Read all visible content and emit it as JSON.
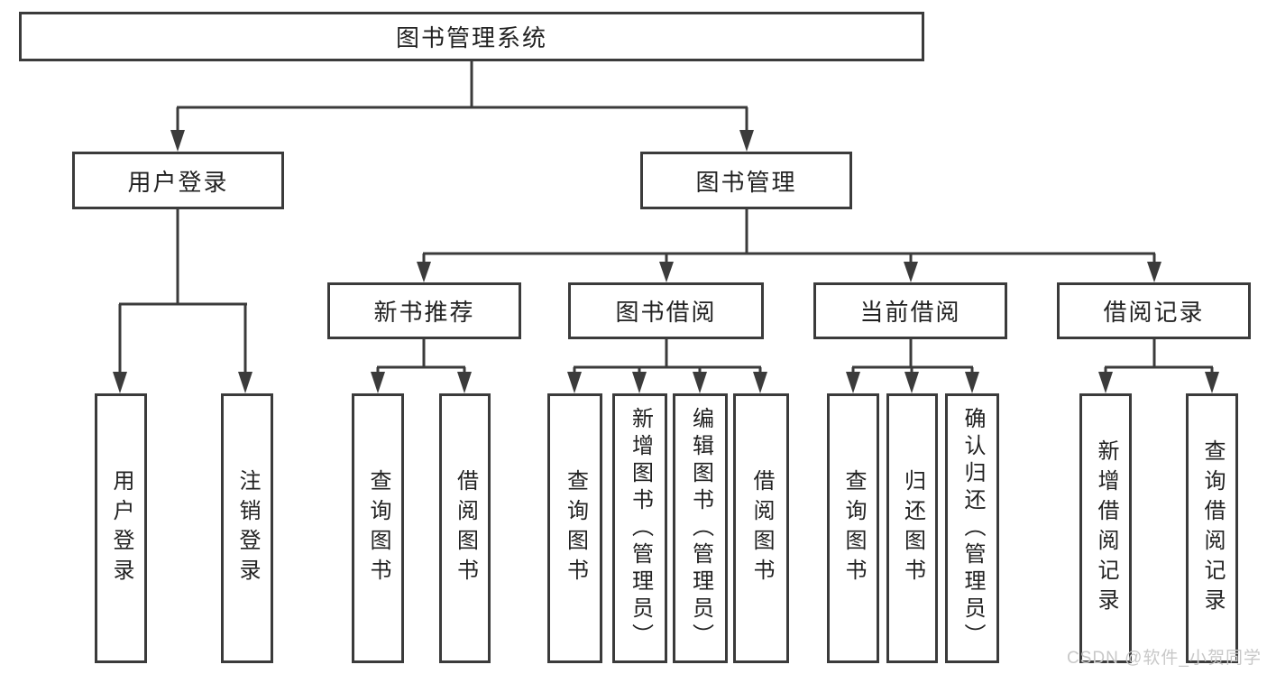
{
  "colors": {
    "background": "#ffffff",
    "line": "#3b3b3b",
    "box_border": "#3b3b3b",
    "text": "#222222",
    "watermark": "#c8c8c8"
  },
  "tree": {
    "root": "图书管理系统",
    "branches": [
      {
        "label": "用户登录",
        "children": [
          "用户登录",
          "注销登录"
        ]
      },
      {
        "label": "图书管理",
        "groups": [
          {
            "label": "新书推荐",
            "children": [
              "查询图书",
              "借阅图书"
            ]
          },
          {
            "label": "图书借阅",
            "children": [
              "查询图书",
              "新增图书（管理员）",
              "编辑图书（管理员）",
              "借阅图书"
            ]
          },
          {
            "label": "当前借阅",
            "children": [
              "查询图书",
              "归还图书",
              "确认归还（管理员）"
            ]
          },
          {
            "label": "借阅记录",
            "children": [
              "新增借阅记录",
              "查询借阅记录"
            ]
          }
        ]
      }
    ]
  },
  "watermark": {
    "text": "CSDN @软件_小贺同学"
  }
}
